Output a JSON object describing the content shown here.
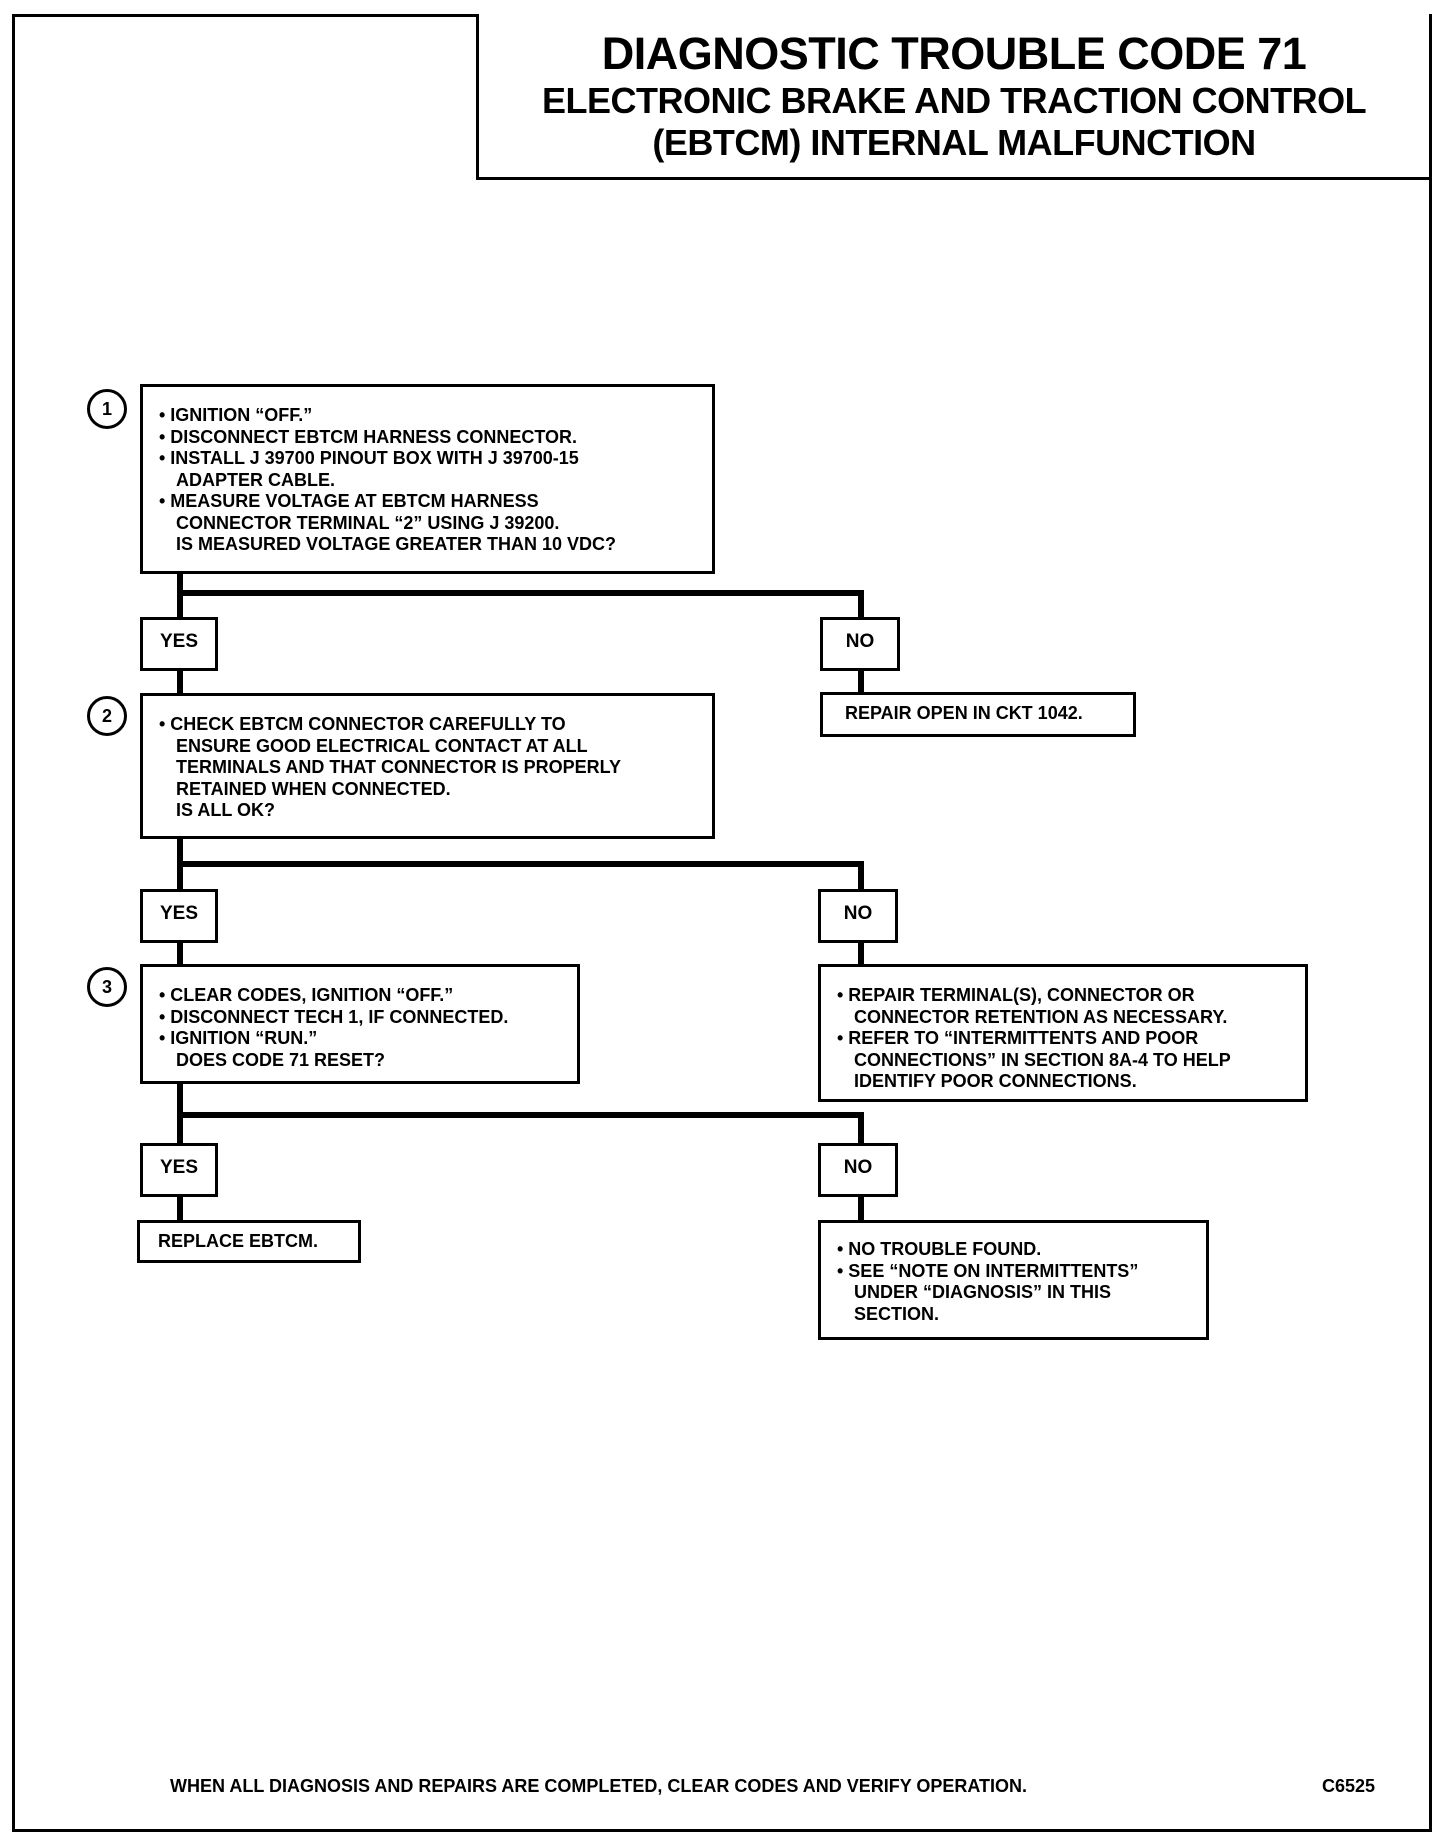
{
  "title": {
    "line1": "DIAGNOSTIC TROUBLE CODE 71",
    "line2": "ELECTRONIC BRAKE AND TRACTION CONTROL",
    "line3": "(EBTCM) INTERNAL MALFUNCTION"
  },
  "steps": [
    {
      "number": "1",
      "lines": [
        "• IGNITION “OFF.”",
        "• DISCONNECT EBTCM HARNESS CONNECTOR.",
        "• INSTALL J 39700 PINOUT BOX WITH J 39700-15",
        "ADAPTER CABLE.",
        "• MEASURE VOLTAGE AT EBTCM HARNESS",
        "CONNECTOR TERMINAL “2” USING J 39200.",
        "IS MEASURED VOLTAGE GREATER THAN 10 VDC?"
      ],
      "yes_label": "YES",
      "no_label": "NO",
      "no_result": [
        "REPAIR OPEN IN CKT 1042."
      ]
    },
    {
      "number": "2",
      "lines": [
        "• CHECK EBTCM CONNECTOR CAREFULLY TO",
        "ENSURE GOOD ELECTRICAL CONTACT AT ALL",
        "TERMINALS AND THAT CONNECTOR IS PROPERLY",
        "RETAINED WHEN CONNECTED.",
        "IS ALL OK?"
      ],
      "yes_label": "YES",
      "no_label": "NO",
      "no_result": [
        "• REPAIR TERMINAL(S), CONNECTOR OR",
        "CONNECTOR RETENTION AS NECESSARY.",
        "• REFER TO “INTERMITTENTS AND POOR",
        "CONNECTIONS” IN SECTION 8A-4 TO HELP",
        "IDENTIFY POOR CONNECTIONS."
      ]
    },
    {
      "number": "3",
      "lines": [
        "• CLEAR CODES, IGNITION “OFF.”",
        "• DISCONNECT TECH 1, IF CONNECTED.",
        "• IGNITION “RUN.”",
        "DOES CODE 71 RESET?"
      ],
      "yes_label": "YES",
      "no_label": "NO",
      "yes_result": [
        "REPLACE EBTCM."
      ],
      "no_result": [
        "• NO TROUBLE FOUND.",
        "• SEE “NOTE ON INTERMITTENTS”",
        "UNDER “DIAGNOSIS” IN THIS",
        "SECTION."
      ]
    }
  ],
  "footer": "WHEN ALL DIAGNOSIS AND REPAIRS ARE COMPLETED, CLEAR CODES AND VERIFY OPERATION.",
  "figure_code": "C6525"
}
